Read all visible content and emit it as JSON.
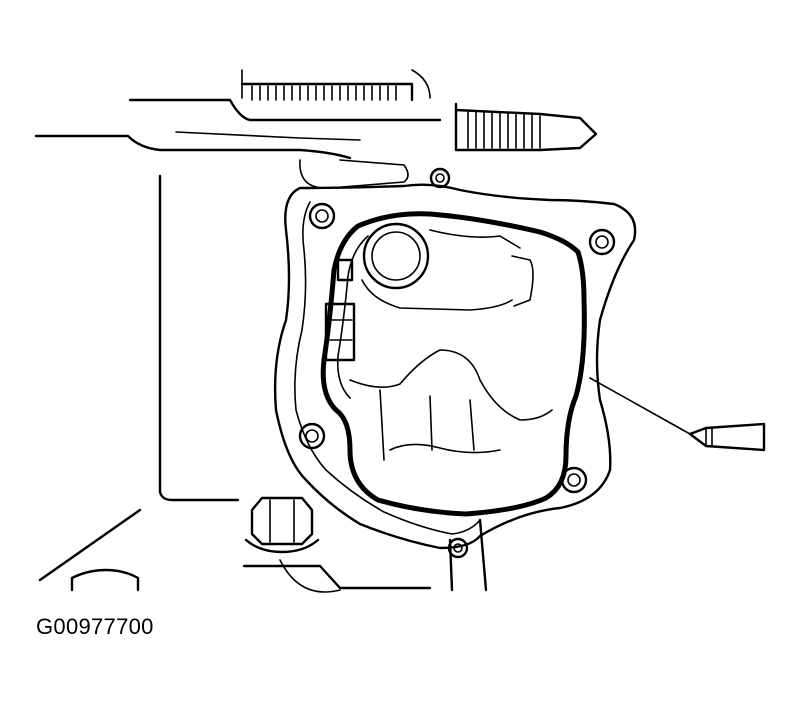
{
  "figure": {
    "id_label": "G00977700",
    "description_icons": [
      "engine-housing",
      "cover-gasket",
      "sealant-applicator",
      "hex-bolt",
      "stud-bolt"
    ]
  },
  "colors": {
    "line": "#000000",
    "background": "#ffffff"
  }
}
